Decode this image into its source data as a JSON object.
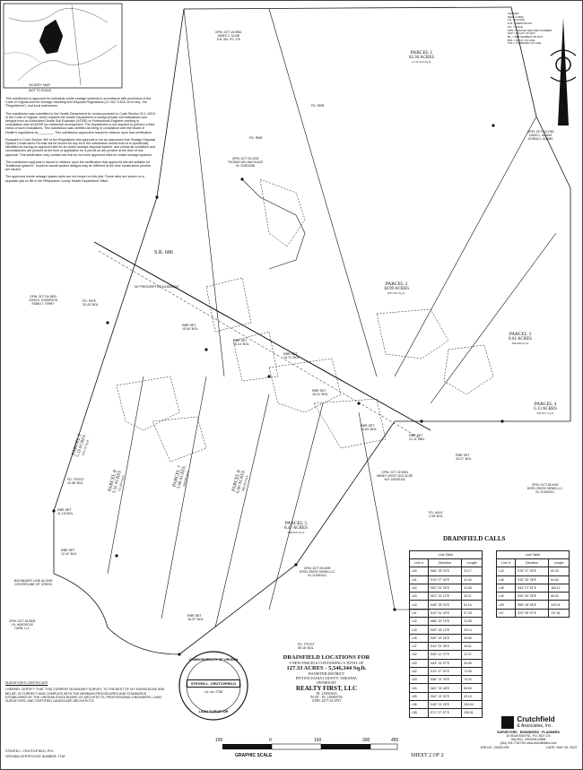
{
  "vicinity_map": {
    "title": "VICINITY MAP",
    "subtitle": "(NOT TO SCALE)"
  },
  "notes": [
    "This subdivision is approved for individual onsite sewage systems in accordance with provisions of the Code of Virginia and the Sewage Handling and Disposal Regulations (12 VAC 5-610-10 et seq., the \"Regulations\"), and local ordinances.",
    "This subdivision was submitted to the Health Department for review pursuant to Code Section 32.1-163.5 of the Code of Virginia, which requires the Health Department to accept private soil evaluations and designs from an Authorized Onsite Soil Evaluator (AOSE) or Professional Engineer working in consultation with an AOSE for residential development. The Department is not required to perform a field check of such evaluations. This subdivision was certified as being in compliance with the Board of Health's regulations by ________. This subdivision approval is issued in reliance upon that certification.",
    "Pursuant to Code Section 360 of the Regulations this approval is not an assurance that Sewage Disposal System Construction Permits will be issued for any lot in the subdivision unless that lot is specifically identified as having an approved site for an onsite sewage disposal system, and unless all conditions and circumstances are present at the time of application for a permit as are present at the time of this approval. This subdivision may contain lots that do not have approved sites for onsite sewage systems.",
    "This subdivision approval is issued in reliance upon the certification that approved lots are suitable for \"traditional systems\", however actual system designs may be different at the time construction permits are issued.",
    "The approved onsite sewage system sites are not shown on this plat. Those sites are shown on a separate plat on file in the Pittsylvania County Health Department Office."
  ],
  "legend": {
    "title": "LEGEND:",
    "items": [
      "NEW = NEW",
      "FD. = FOUND",
      "D.B. = DEED BOOK",
      "PG. = PAGE",
      "PRN = PARCEL RECORD NUMBER",
      "R/W = RIGHT OF WAY",
      "BL. = BETTERMENT BLOCK",
      "BOL = BACK ON LINE",
      "FOL = FORWARD ON LINE"
    ]
  },
  "parcels": [
    {
      "name": "PARCEL 1",
      "acres": "62.36 ACRES",
      "sqft": "2,737,414 Sq.ft."
    },
    {
      "name": "PARCEL 2",
      "acres": "18.99 ACRES",
      "sqft": "827,207 Sq.ft."
    },
    {
      "name": "PARCEL 3",
      "acres": "8.61 ACRES",
      "sqft": "396,200 Sq.ft."
    },
    {
      "name": "PARCEL 4",
      "acres": "6.13 ACRES",
      "sqft": "267,071 Sq.ft."
    },
    {
      "name": "PARCEL 5",
      "acres": "8.47 ACRES",
      "sqft": "368,954 Sq.ft."
    },
    {
      "name": "PARCEL 6",
      "acres": "6.60 ACRES",
      "sqft": "288,285 Sq.ft."
    },
    {
      "name": "PARCEL 7",
      "acres": "5.66 ACRES",
      "sqft": "246,636 Sq.ft."
    },
    {
      "name": "PARCEL 8",
      "acres": "5.32 ACRES",
      "sqft": "231,694 Sq.ft."
    },
    {
      "name": "PARCEL 9",
      "acres": "5.19 ACRES",
      "sqft": "226,152 Sq.ft."
    }
  ],
  "road": {
    "name": "S.R. 686",
    "note": "50' PRESCRIPTIVE EASEMENT"
  },
  "adjoiners": [
    {
      "gpin": "GPIN: 2477-24-9581",
      "owner": "JAMES C. KLAIR",
      "ref": "D.B. 262, PG. 276"
    },
    {
      "gpin": "GPIN: 2477-33-1003",
      "owner": "THOMAS WILLIAM GLACE",
      "ref": "IN. 220000266"
    },
    {
      "gpin": "GPIN: 2477-43-4780",
      "owner": "DAVID L. ADAMS",
      "ref": "DONNA C. ADAMS"
    },
    {
      "gpin": "GPIN: 2477-04-9553",
      "owner": "JOHN D. THOMPSON",
      "ref": "ROBIN T. TERRY"
    },
    {
      "gpin": "GPIN: 2477-32-9063",
      "owner": "WENDY WYATT ACE ACRE",
      "ref": "W.P. 190000132"
    },
    {
      "gpin": "GPIN: 2477-39-4009",
      "owner": "BYRD CREEK FARMS LLC",
      "ref": "IN. 210000011"
    },
    {
      "gpin": "GPIN: 2477-38-4009",
      "owner": "BYRD CREEK FARMS LLC",
      "ref": "IN. 210000011"
    },
    {
      "gpin": "GPIN: 2477-03-9832",
      "owner": "J.B. HARGROVE",
      "ref": "FARM, LLC"
    }
  ],
  "callouts": {
    "fd_rbr_1": "FD. RBR",
    "fd_rbr_2": "FD. RBR",
    "fd_pipe": "FD. PIPE",
    "fd_pipe_dist": "20.45' BOL",
    "rbr_set_1": "RBR SET",
    "rbr_set_1_dist": "15.54' BOL",
    "rbr_set_2": "RBR SET",
    "rbr_set_2_dist": "15.14' BOL",
    "rbr_set_3": "RBR SET",
    "rbr_set_3_dist": "15.71' BOL",
    "rbr_set_4": "RBR SET",
    "rbr_set_4_dist": "15.21' BOL",
    "rbr_set_5": "RBR SET",
    "rbr_set_5_dist": "14.63' BOL",
    "rbr_set_6": "RBR SET",
    "rbr_set_6_dist": "21.11' BOL",
    "rbr_set_7": "RBR SET",
    "rbr_set_7_dist": "20.27' BOL",
    "rbr_set_8": "RBR SET",
    "rbr_set_8_dist": "12.42' BOL",
    "rbr_set_9": "RBR SET",
    "rbr_set_9_dist": "18.37' BOL",
    "rbr_set_10": "RBR SET",
    "rbr_set_10_dist": "11.15' BOL",
    "fd_axle": "FD. AXLE",
    "fd_axle_dist": "2.39' BOL",
    "fd_tpost_1": "FD. TPOST",
    "fd_tpost_1_dist": "10.86' BOL",
    "fd_tpost_2": "FD. TPOST",
    "fd_tpost_2_dist": "55.16' BOL",
    "boundary": "BOUNDARY LINE ALONG CENTERLINE OF CREEK"
  },
  "drainfield_calls": {
    "title": "DRAINFIELD CALLS",
    "table1_title": "Line Table",
    "table2_title": "Line Table",
    "headers": [
      "Line #",
      "Direction",
      "Length"
    ],
    "table1": [
      [
        "L60",
        "N65° 25' 34\"E",
        "31.17"
      ],
      [
        "L61",
        "S10° 07' 43\"E",
        "41.44"
      ],
      [
        "L62",
        "S62° 04' 26\"E",
        "31.65"
      ],
      [
        "L63",
        "N01° 31' 13\"E",
        "30.21"
      ],
      [
        "L40",
        "N18° 25' 30\"E",
        "51.16"
      ],
      [
        "L41",
        "S10° 31' 43\"E",
        "57.28"
      ],
      [
        "L42",
        "N66° 20' 19\"E",
        "41.58"
      ],
      [
        "L43",
        "N00° 44' 13\"E",
        "49.14"
      ],
      [
        "L45",
        "N49° 49' 26\"E",
        "40.89"
      ],
      [
        "L47",
        "S44° 23' 35\"E",
        "40.61"
      ],
      [
        "L52",
        "S06° 41' 07\"E",
        "41.37"
      ],
      [
        "L50",
        "N43° 43' 57\"E",
        "49.55"
      ],
      [
        "L52",
        "S13° 47' 20\"E",
        "72.55"
      ],
      [
        "L53",
        "N36° 21' 25\"E",
        "74.24"
      ],
      [
        "L54",
        "N61° 03' 48\"E",
        "55.83"
      ],
      [
        "L55",
        "S54° 13' 02\"E",
        "40.15"
      ],
      [
        "L56",
        "N18° 01' 25\"E",
        "253.04"
      ],
      [
        "L58",
        "S71° 37' 57\"E",
        "228.51"
      ]
    ],
    "table2": [
      [
        "L44",
        "S76° 37' 53\"E",
        "69.33"
      ],
      [
        "L46",
        "S16° 52' 28\"E",
        "64.54"
      ],
      [
        "L48",
        "S44° 07' 51\"E",
        "180.12"
      ],
      [
        "L49",
        "S54° 59' 05\"E",
        "85.50"
      ],
      [
        "L59",
        "S89° 48' 55\"E",
        "129.01"
      ],
      [
        "L57",
        "S23° 59' 57\"E",
        "137.64"
      ]
    ]
  },
  "title_block": {
    "heading": "DRAINFIELD LOCATIONS FOR",
    "line1": "9 NEW PARCELS CONTAINING A TOTAL OF",
    "line2": "127.33 ACRES - 5,546,344 Sq.ft.",
    "district": "BANISTER DISTRICT",
    "county": "PITTSYLVANIA COUNTY, VIRGINIA",
    "owned_by": "OWNED BY",
    "owner": "REALTY FIRST, LLC",
    "instrument": "IN. 210003023",
    "plat": "PLAT - IN. 210000726",
    "gpin": "GPIN: 2477-33-4791"
  },
  "certificate": {
    "title": "SURVEYOR'S CERTIFICATE",
    "text": "I HEREBY CERTIFY THAT THIS CURRENT BOUNDARY SURVEY, TO THE BEST OF MY KNOWLEDGE AND BELIEF, IS CORRECT AND COMPLIES WITH THE MINIMUM PROCEDURES AND STANDARDS ESTABLISHED BY THE VIRGINIA STATE BOARD OF ARCHITECTS, PROFESSIONAL ENGINEERS, LAND SURVEYORS, AND CERTIFIED LANDSCAPE ARCHITECTS.",
    "name": "STEVEN L. CRUTCHFIELD, PLS",
    "number": "VIRGINIA CERTIFICATE NUMBER: 2738"
  },
  "seal": {
    "top": "COMMONWEALTH OF VIRGINIA",
    "name": "STEVEN L. CRUTCHFIELD",
    "lic": "Lic. No. 2738",
    "bottom": "LAND SURVEYOR"
  },
  "scale": {
    "ticks": [
      "150",
      "0",
      "150",
      "300",
      "450"
    ],
    "label": "GRAPHIC SCALE"
  },
  "firm": {
    "name": "Crutchfield",
    "name2": "& Associates, Inc.",
    "services": "SURVEYORS · ENGINEERS · PLANNERS",
    "address": "30 MOUNTAIN RD., P.O. BOX 176",
    "city": "HALIFAX, VIRGINIA 24558",
    "phone": "(434) 476-7744 FAX www.crutchfieldinc.com",
    "job": "JOB NO. 22630.095",
    "date": "DATE: MAY 26, 2023"
  },
  "sheet": "SHEET 2 OF 2",
  "north": "NORTH"
}
